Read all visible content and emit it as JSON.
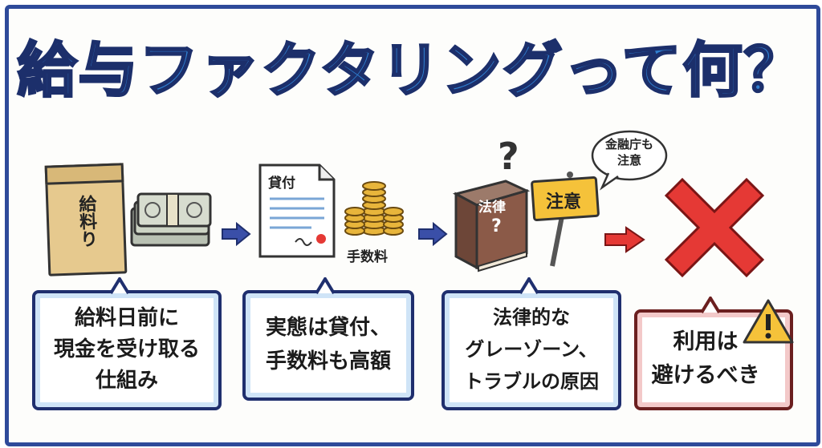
{
  "title": "給与ファクタリングって何？",
  "envelope_label": "給料り",
  "document_label": "貸付",
  "fee_label": "手数料",
  "book_label": "法律",
  "sign_label": "注意",
  "fsa_bubble": "金融庁も\n注意",
  "bubbles": [
    {
      "text": "給料日前に\n現金を受け取る\n仕組み"
    },
    {
      "text": "実態は貸付、\n手数料も高額"
    },
    {
      "text": "法律的な\nグレーゾーン、\nトラブルの原因"
    },
    {
      "text": "利用は\n避けるべき"
    }
  ],
  "colors": {
    "title": "#2f7fd0",
    "title_outline": "#1c2f6b",
    "frame": "#2e4a9a",
    "cross": "#e53935",
    "arrow_blue": "#3a4fa8",
    "arrow_red": "#e53935"
  },
  "icons": [
    "envelope-icon",
    "cash-stack-icon",
    "document-icon",
    "coins-icon",
    "law-book-icon",
    "question-icon",
    "caution-sign-icon",
    "cross-icon",
    "warning-icon"
  ]
}
